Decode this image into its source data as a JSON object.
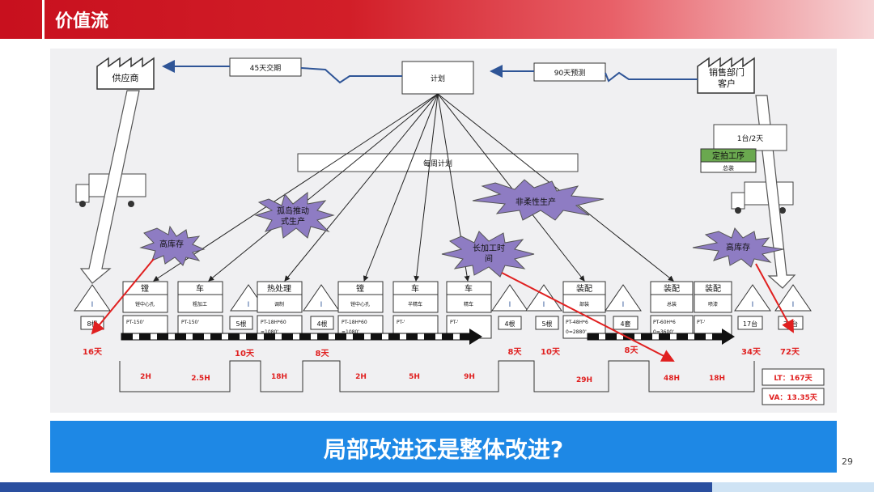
{
  "header": {
    "title": "价值流"
  },
  "diagram": {
    "supplier": "供应商",
    "delivery_period": "45天交期",
    "plan": "计划",
    "forecast": "90天预测",
    "customer_l1": "销售部门",
    "customer_l2": "客户",
    "weekly_plan": "每周计划",
    "daily_rate": "1台/2天",
    "takt_process": "定拍工序",
    "takt_sub": "总装",
    "bursts": {
      "high_inventory_left": "高库存",
      "island_l1": "孤岛推动",
      "island_l2": "式生产",
      "non_flexible": "非柔性生产",
      "long_time_l1": "长加工时",
      "long_time_l2": "间",
      "high_inventory_right": "高库存"
    },
    "inventory_marks": [
      "I",
      "I",
      "I",
      "I",
      "I",
      "I",
      "I"
    ],
    "inventory_qty": [
      "8根",
      "5根",
      "4根",
      "4根",
      "5根",
      "4套",
      "17台",
      "36台"
    ],
    "processes": [
      {
        "name": "镗",
        "sub": "镗中心孔",
        "data1": "PT-150'"
      },
      {
        "name": "车",
        "sub": "粗加工",
        "data1": "PT-150'"
      },
      {
        "name": "热处理",
        "sub": "调制",
        "data1": "PT-18H*60",
        "data2": "=1080'"
      },
      {
        "name": "镗",
        "sub": "镗中心孔",
        "data1": "PT-18H*60",
        "data2": "=1080'"
      },
      {
        "name": "车",
        "sub": "半精车",
        "data1": "PT-'"
      },
      {
        "name": "车",
        "sub": "精车",
        "data1": "PT-'"
      },
      {
        "name": "装配",
        "sub": "部装",
        "data1": "PT-48H*6",
        "data2": "0=2880'"
      },
      {
        "name": "装配",
        "sub": "总装",
        "data1": "PT-60H*6",
        "data2": "0=3600'"
      },
      {
        "name": "装配",
        "sub": "喷漆",
        "data1": "PT-'"
      }
    ],
    "timeline_days": [
      "16天",
      "10天",
      "8天",
      "8天",
      "10天",
      "8天",
      "34天",
      "72天"
    ],
    "timeline_hours": [
      "2H",
      "2.5H",
      "18H",
      "2H",
      "5H",
      "9H",
      "29H",
      "48H",
      "18H"
    ],
    "lead_time": "LT：167天",
    "value_added": "VA：13.35天"
  },
  "banner": {
    "text": "局部改进还是整体改进?"
  },
  "page_number": "29"
}
